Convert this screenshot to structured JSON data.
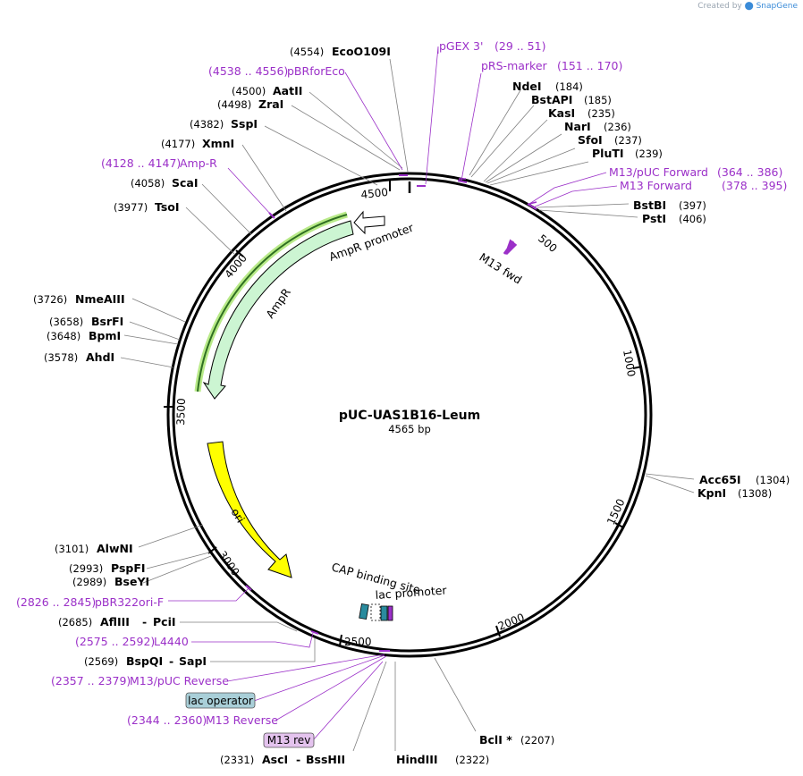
{
  "credit": {
    "prefix": "Created by",
    "brand": "SnapGene"
  },
  "plasmid": {
    "name": "pUC-UAS1B16-Leum",
    "length_label": "4565 bp"
  },
  "ticks": [
    {
      "label": "500"
    },
    {
      "label": "1000"
    },
    {
      "label": "1500"
    },
    {
      "label": "2000"
    },
    {
      "label": "2500"
    },
    {
      "label": "3000"
    },
    {
      "label": "3500"
    },
    {
      "label": "4000"
    },
    {
      "label": "4500"
    }
  ],
  "features": {
    "ampr_promoter": "AmpR promoter",
    "ampr": "AmpR",
    "ori": "ori",
    "m13_fwd": "M13 fwd",
    "cap": "CAP binding site",
    "lac_promoter": "lac promoter"
  },
  "labels_right": [
    {
      "name": "NdeI",
      "pos": "(184)"
    },
    {
      "name": "BstAPI",
      "pos": "(185)"
    },
    {
      "name": "KasI",
      "pos": "(235)"
    },
    {
      "name": "NarI",
      "pos": "(236)"
    },
    {
      "name": "SfoI",
      "pos": "(237)"
    },
    {
      "name": "PluTI",
      "pos": "(239)"
    },
    {
      "name": "BstBI",
      "pos": "(397)"
    },
    {
      "name": "PstI",
      "pos": "(406)"
    },
    {
      "name": "Acc65I",
      "pos": "(1304)"
    },
    {
      "name": "KpnI",
      "pos": "(1308)"
    },
    {
      "name": "BclI *",
      "pos": "(2207)"
    },
    {
      "name": "HindIII",
      "pos": "(2322)"
    }
  ],
  "primers_right": [
    {
      "name": "pGEX 3'",
      "range": "(29 .. 51)"
    },
    {
      "name": "pRS-marker",
      "range": "(151 .. 170)"
    },
    {
      "name": "M13/pUC Forward",
      "range": "(364 .. 386)"
    },
    {
      "name": "M13 Forward",
      "range": "(378 .. 395)"
    }
  ],
  "labels_left": [
    {
      "pos": "(4554)",
      "name": "EcoO109I"
    },
    {
      "pos": "(4500)",
      "name": "AatII"
    },
    {
      "pos": "(4498)",
      "name": "ZraI"
    },
    {
      "pos": "(4382)",
      "name": "SspI"
    },
    {
      "pos": "(4177)",
      "name": "XmnI"
    },
    {
      "pos": "(4058)",
      "name": "ScaI"
    },
    {
      "pos": "(3977)",
      "name": "TsoI"
    },
    {
      "pos": "(3726)",
      "name": "NmeAIII"
    },
    {
      "pos": "(3658)",
      "name": "BsrFI"
    },
    {
      "pos": "(3648)",
      "name": "BpmI"
    },
    {
      "pos": "(3578)",
      "name": "AhdI"
    },
    {
      "pos": "(3101)",
      "name": "AlwNI"
    },
    {
      "pos": "(2993)",
      "name": "PspFI"
    },
    {
      "pos": "(2989)",
      "name": "BseYI"
    }
  ],
  "pair_left": [
    {
      "pos": "(2685)",
      "name": "AflIII",
      "name2": "PciI"
    },
    {
      "pos": "(2569)",
      "name": "BspQI",
      "name2": "SapI"
    },
    {
      "pos": "(2331)",
      "name": "AscI",
      "name2": "BssHII"
    }
  ],
  "primers_left": [
    {
      "range": "(4538 .. 4556)",
      "name": "pBRforEco"
    },
    {
      "range": "(4128 .. 4147)",
      "name": "Amp-R"
    },
    {
      "range": "(2826 .. 2845)",
      "name": "pBR322ori-F"
    },
    {
      "range": "(2575 .. 2592)",
      "name": "L4440"
    },
    {
      "range": "(2357 .. 2379)",
      "name": "M13/pUC Reverse"
    },
    {
      "range": "(2344 .. 2360)",
      "name": "M13 Reverse"
    }
  ],
  "badges": {
    "lac_operator": "lac operator",
    "m13_rev": "M13 rev"
  },
  "colors": {
    "primer": "#9b30c8",
    "ampr_fill": "#ccf5d2",
    "ori_fill": "#ffff00",
    "lac_box": "#a9cfd8",
    "m13_box": "#e4c3ee"
  }
}
